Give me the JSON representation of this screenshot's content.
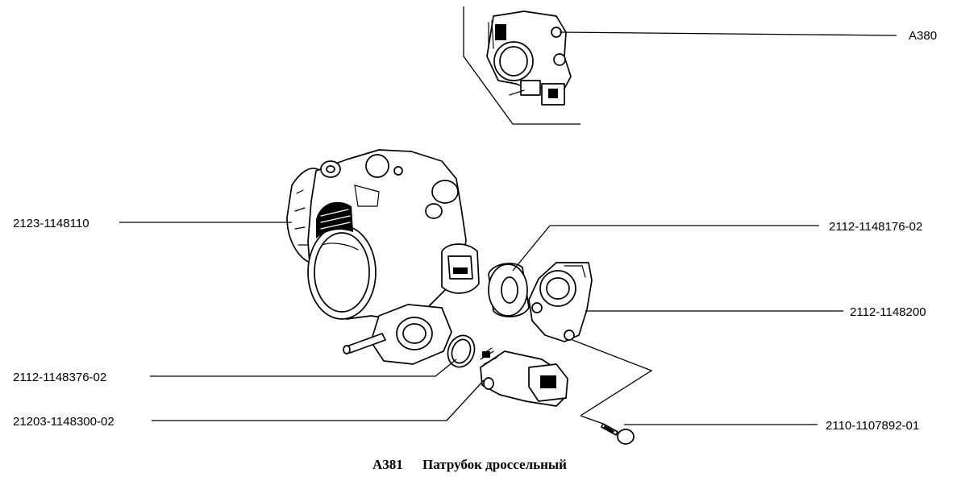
{
  "figure": {
    "code": "А381",
    "title": "Патрубок дроссельный"
  },
  "inset": {
    "label": "А380"
  },
  "labels": {
    "throttle_body": "2123-1148110",
    "seal_ring": "2112-1148176-02",
    "position_sensor": "2112-1148200",
    "o_ring": "2112-1148376-02",
    "idle_air_regulator": "21203-1148300-02",
    "screw": "2110-1107892-01"
  }
}
